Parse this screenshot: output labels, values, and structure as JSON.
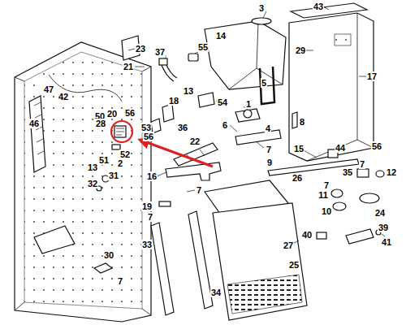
{
  "diagram": {
    "labels": [
      "23",
      "21",
      "37",
      "55",
      "3",
      "43",
      "14",
      "29",
      "17",
      "47",
      "42",
      "46",
      "13",
      "54",
      "5",
      "1",
      "18",
      "50",
      "20",
      "56",
      "28",
      "53",
      "36",
      "6",
      "8",
      "56",
      "52",
      "4",
      "7",
      "9",
      "15",
      "56",
      "22",
      "51",
      "2",
      "13",
      "44",
      "26",
      "16",
      "7",
      "35",
      "12",
      "7",
      "31",
      "32",
      "7",
      "11",
      "10",
      "24",
      "19",
      "7",
      "39",
      "41",
      "40",
      "27",
      "33",
      "30",
      "7",
      "25",
      "34"
    ]
  }
}
